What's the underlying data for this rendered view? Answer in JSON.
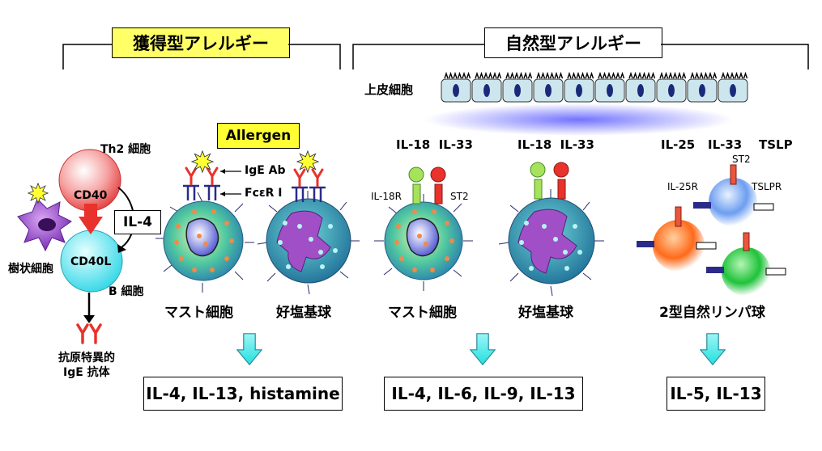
{
  "acquired": {
    "title": "獲得型アレルギー",
    "allergen": "Allergen",
    "th2": "Th2 細胞",
    "cd40": "CD40",
    "cd40l": "CD40L",
    "il4": "IL-4",
    "bcell": "B 細胞",
    "dendritic": "樹状細胞",
    "ab_line1": "抗原特異的",
    "ab_line2": "IgE 抗体",
    "ige_ab": "IgE Ab",
    "fcer": "FcεR Ⅰ",
    "mast": "マスト細胞",
    "basophil": "好塩基球",
    "output": "IL-4, IL-13, histamine"
  },
  "innate": {
    "title": "自然型アレルギー",
    "epithelium": "上皮細胞",
    "cyto_mast": "IL-18  IL-33",
    "cyto_baso": "IL-18  IL-33",
    "il18r": "IL-18R",
    "st2_a": "ST2",
    "mast": "マスト細胞",
    "basophil": "好塩基球",
    "output_mid": "IL-4, IL-6, IL-9, IL-13",
    "il25": "IL-25",
    "il33": "IL-33",
    "tslp": "TSLP",
    "st2_b": "ST2",
    "il25r": "IL-25R",
    "tslpr": "TSLPR",
    "ilc2": "2型自然リンパ球",
    "output_right": "IL-5, IL-13"
  },
  "colors": {
    "title_yellow": "#ffff66",
    "arrow_cyan": "#33e6e6",
    "red": "#e8322b",
    "green_receptor": "#a6e35a",
    "epithelium": "#cde6ee"
  }
}
